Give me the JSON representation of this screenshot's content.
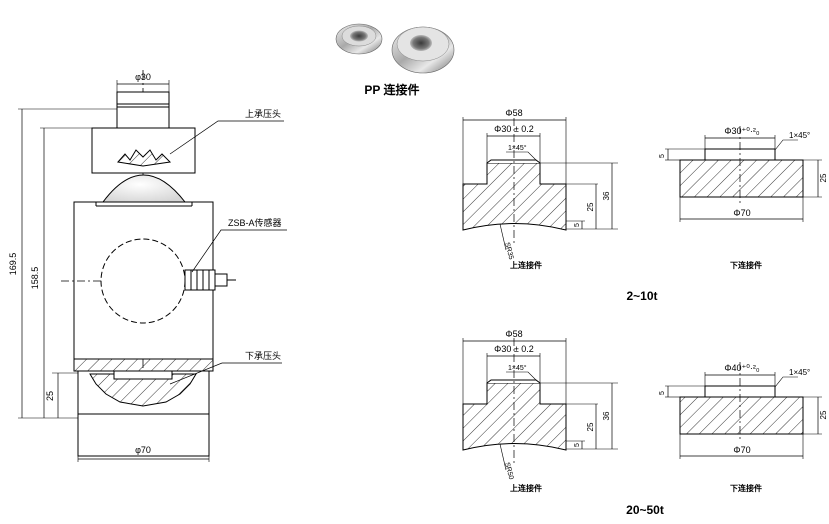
{
  "product_photo": {
    "caption": "PP 连接件"
  },
  "sensor": {
    "dim_top": "φ30",
    "dim_bottom": "φ70",
    "height_total": "169.5",
    "height_body": "158.5",
    "height_base": "25",
    "label_upper": "上承压头",
    "label_sensor": "ZSB-A传感器",
    "label_lower": "下承压头"
  },
  "range1": {
    "title": "2~10t",
    "upper": {
      "outer_dia": "Φ58",
      "bore_dia": "Φ30 ± 0.2",
      "chamfer": "1×45°",
      "sphere": "SR35",
      "h1": "36",
      "h2": "25",
      "h3": "5",
      "caption": "上连接件"
    },
    "lower": {
      "bore_dia": "Φ30⁺⁰·²₀",
      "chamfer": "1×45°",
      "depth": "5",
      "outer_dia": "Φ70",
      "height": "25",
      "caption": "下连接件"
    }
  },
  "range2": {
    "title": "20~50t",
    "upper": {
      "outer_dia": "Φ58",
      "bore_dia": "Φ30 ± 0.2",
      "chamfer": "1×45°",
      "sphere": "SR50",
      "h1": "36",
      "h2": "25",
      "h3": "5",
      "caption": "上连接件"
    },
    "lower": {
      "bore_dia": "Φ40⁺⁰·²₀",
      "chamfer": "1×45°",
      "depth": "5",
      "outer_dia": "Φ70",
      "height": "25",
      "caption": "下连接件"
    }
  }
}
